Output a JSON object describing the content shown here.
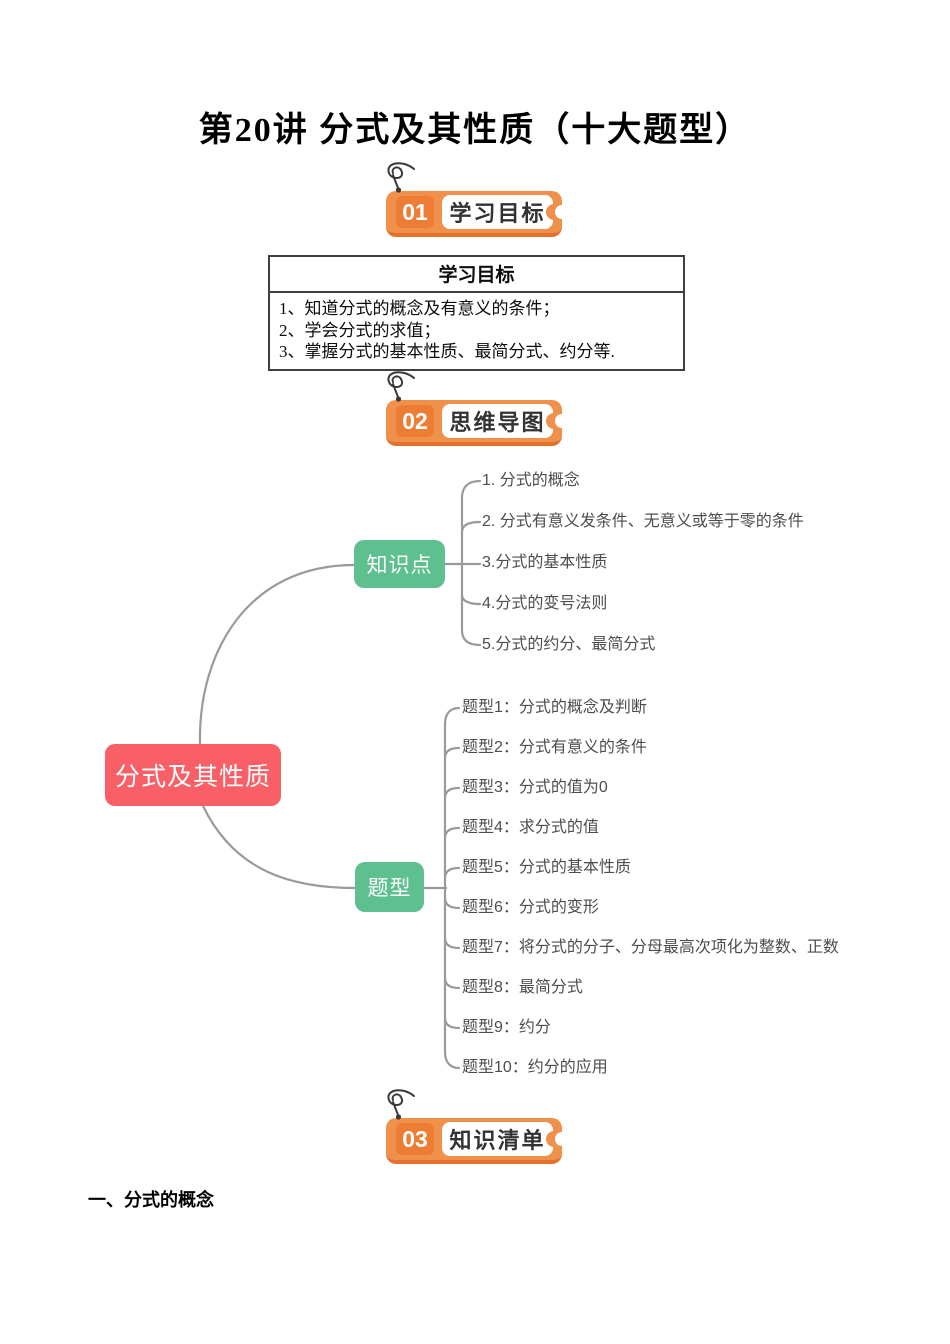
{
  "page": {
    "title": "第20讲 分式及其性质（十大题型）",
    "bottom_heading": "一、分式的概念"
  },
  "badges": [
    {
      "number": "01",
      "label": "学习目标"
    },
    {
      "number": "02",
      "label": "思维导图"
    },
    {
      "number": "03",
      "label": "知识清单"
    }
  ],
  "goals_table": {
    "header": "学习目标",
    "items": [
      "1、知道分式的概念及有意义的条件；",
      "2、学会分式的求值；",
      "3、掌握分式的基本性质、最简分式、约分等."
    ]
  },
  "mindmap": {
    "root": "分式及其性质",
    "branches": [
      {
        "label": "知识点",
        "items": [
          "1. 分式的概念",
          "2. 分式有意义发条件、无意义或等于零的条件",
          "3.分式的基本性质",
          "4.分式的变号法则",
          "5.分式的约分、最简分式"
        ]
      },
      {
        "label": "题型",
        "items": [
          "题型1：分式的概念及判断",
          "题型2：分式有意义的条件",
          "题型3：分式的值为0",
          "题型4：求分式的值",
          "题型5：分式的基本性质",
          "题型6：分式的变形",
          "题型7：将分式的分子、分母最高次项化为整数、正数",
          "题型8：最简分式",
          "题型9：约分",
          "题型10：约分的应用"
        ]
      }
    ],
    "colors": {
      "root_node": "#F85F66",
      "branch_node": "#5DC08E",
      "connector_line": "#9A9A9A",
      "badge_orange": "#F0914B",
      "badge_orange_dark": "#ED7D35"
    }
  }
}
